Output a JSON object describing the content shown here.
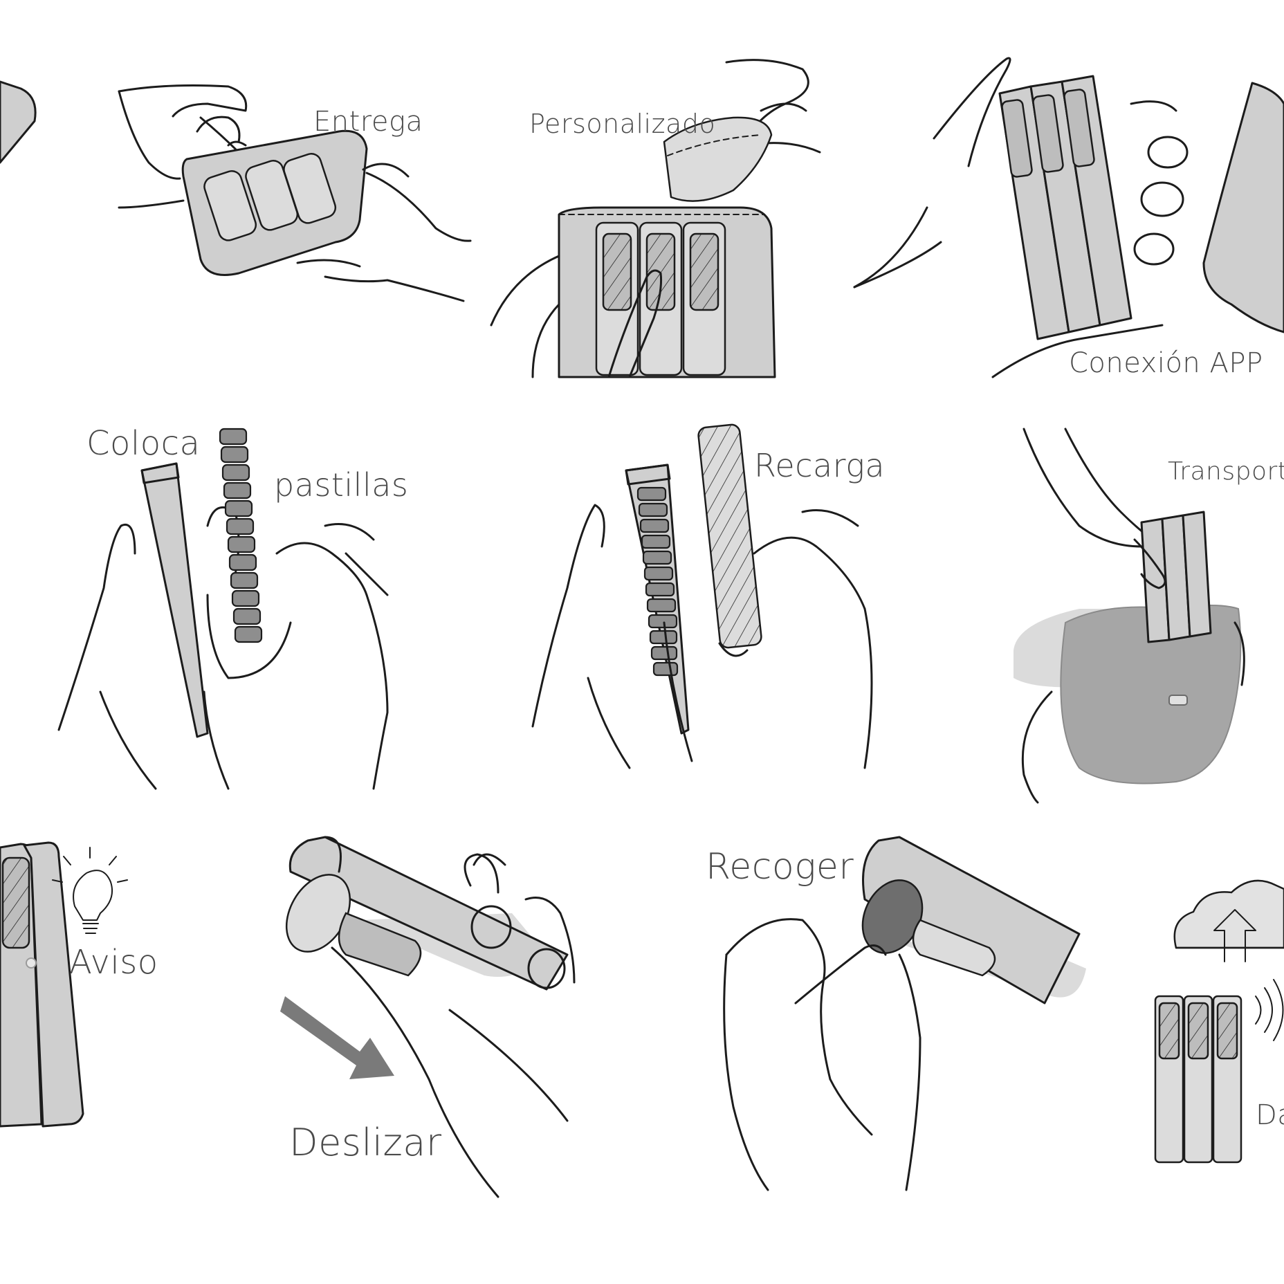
{
  "labels": {
    "entrega": "Entrega",
    "personalizado": "Personalizado",
    "conexion_app": "Conexión APP",
    "coloca": "Coloca",
    "pastillas": "pastillas",
    "recarga": "Recarga",
    "transporta": "Transporta",
    "aviso": "Aviso",
    "deslizar": "Deslizar",
    "recoger": "Recoger",
    "da": "Da"
  },
  "icons": [
    "lightbulb-icon",
    "cloud-upload-icon",
    "wireless-signal-icon",
    "arrow-icon"
  ],
  "colors": {
    "line": "#1c1c1c",
    "device_fill": "#cfcfcf",
    "label_text": "#4a4a4a",
    "bag_fill": "#a6a6a6"
  }
}
